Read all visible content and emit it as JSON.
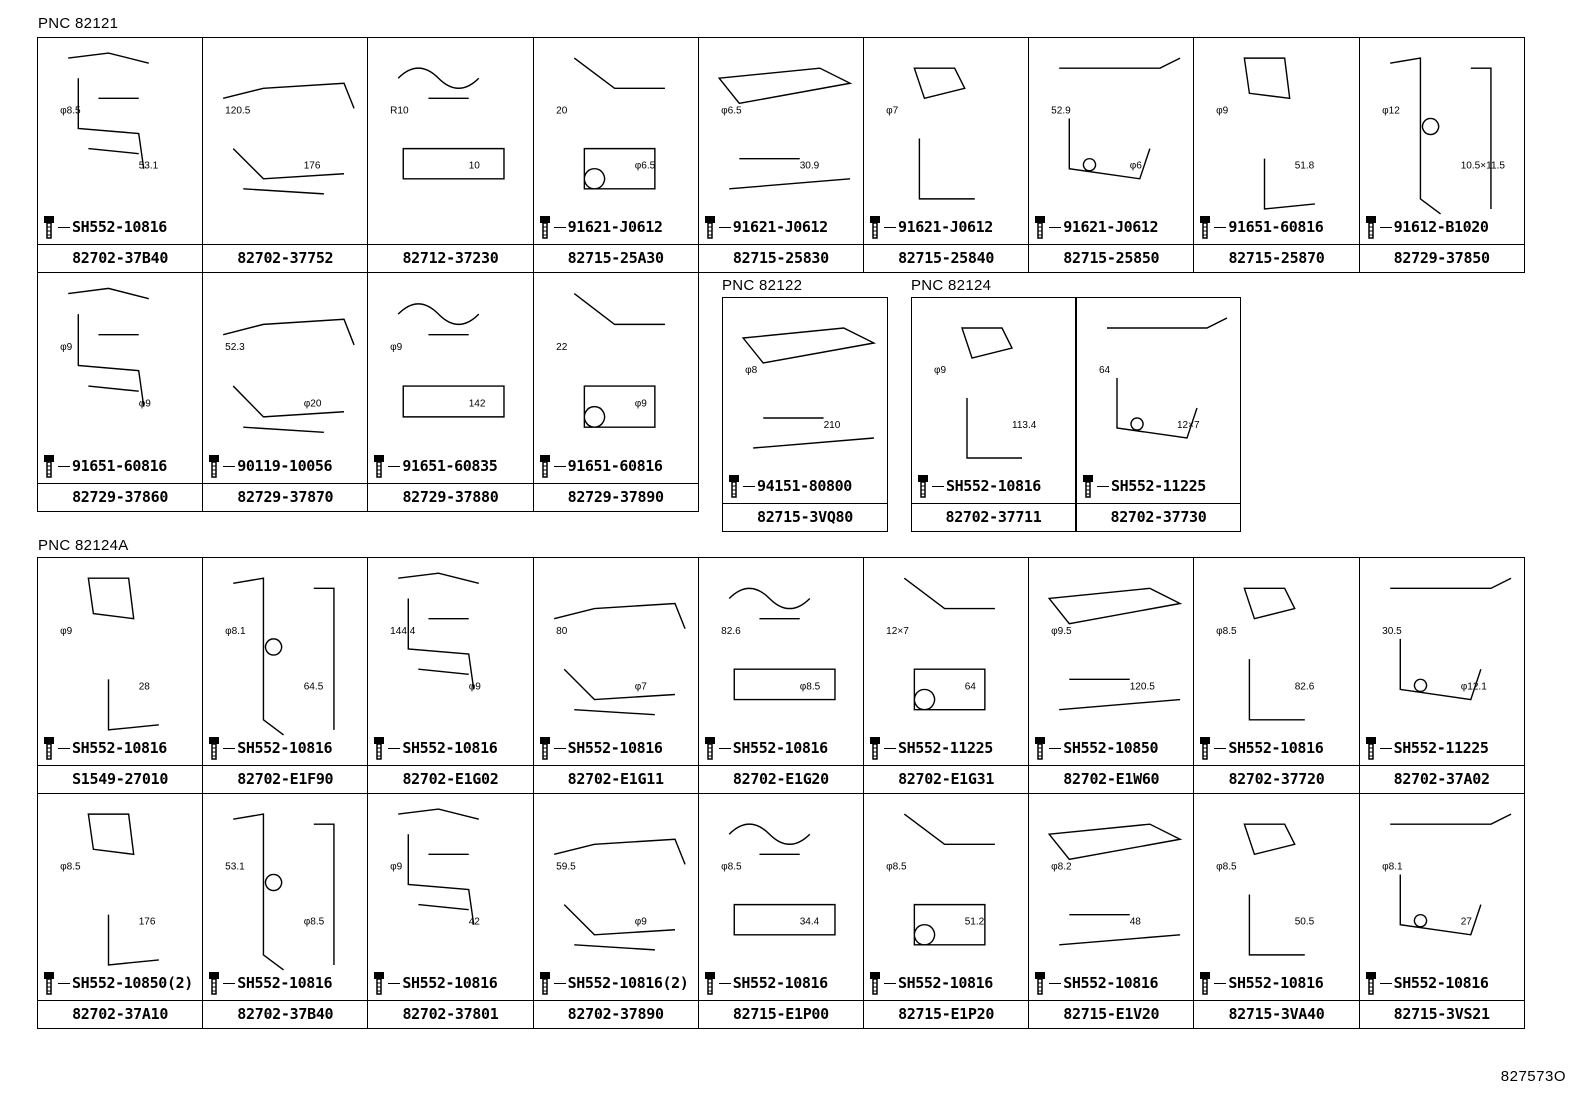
{
  "sections": {
    "pnc_82121": "PNC 82121",
    "pnc_82122": "PNC 82122",
    "pnc_82124": "PNC 82124",
    "pnc_82124a": "PNC 82124A"
  },
  "row1": [
    {
      "part": "82702-37B40",
      "bolt": "SH552-10816",
      "dims": [
        "φ8.5",
        "53.1"
      ]
    },
    {
      "part": "82702-37752",
      "bolt": "",
      "dims": [
        "120.5",
        "176"
      ]
    },
    {
      "part": "82712-37230",
      "bolt": "",
      "dims": [
        "R10",
        "10"
      ]
    },
    {
      "part": "82715-25A30",
      "bolt": "91621-J0612",
      "dims": [
        "20",
        "φ6.5"
      ]
    },
    {
      "part": "82715-25830",
      "bolt": "91621-J0612",
      "dims": [
        "φ6.5",
        "30.9"
      ]
    },
    {
      "part": "82715-25840",
      "bolt": "91621-J0612",
      "dims": [
        "φ7"
      ]
    },
    {
      "part": "82715-25850",
      "bolt": "91621-J0612",
      "dims": [
        "52.9",
        "φ6"
      ]
    },
    {
      "part": "82715-25870",
      "bolt": "91651-60816",
      "dims": [
        "φ9",
        "51.8"
      ]
    },
    {
      "part": "82729-37850",
      "bolt": "91612-B1020",
      "dims": [
        "φ12",
        "10.5×11.5"
      ]
    }
  ],
  "row2": [
    {
      "part": "82729-37860",
      "bolt": "91651-60816",
      "dims": [
        "φ9",
        "φ9"
      ]
    },
    {
      "part": "82729-37870",
      "bolt": "90119-10056",
      "dims": [
        "52.3",
        "φ20"
      ]
    },
    {
      "part": "82729-37880",
      "bolt": "91651-60835",
      "dims": [
        "φ9",
        "142"
      ]
    },
    {
      "part": "82729-37890",
      "bolt": "91651-60816",
      "dims": [
        "22",
        "φ9"
      ]
    }
  ],
  "pnc82122_cells": [
    {
      "part": "82715-3VQ80",
      "bolt": "94151-80800",
      "dims": [
        "φ8",
        "210"
      ]
    }
  ],
  "pnc82124_cells": [
    {
      "part": "82702-37711",
      "bolt": "SH552-10816",
      "dims": [
        "φ9",
        "113.4"
      ]
    },
    {
      "part": "82702-37730",
      "bolt": "SH552-11225",
      "dims": [
        "64",
        "12×7"
      ]
    }
  ],
  "row3": [
    {
      "part": "S1549-27010",
      "bolt": "SH552-10816",
      "dims": [
        "φ9",
        "28"
      ]
    },
    {
      "part": "82702-E1F90",
      "bolt": "SH552-10816",
      "dims": [
        "φ8.1",
        "64.5"
      ]
    },
    {
      "part": "82702-E1G02",
      "bolt": "SH552-10816",
      "dims": [
        "144.4",
        "φ9"
      ]
    },
    {
      "part": "82702-E1G11",
      "bolt": "SH552-10816",
      "dims": [
        "80",
        "φ7"
      ]
    },
    {
      "part": "82702-E1G20",
      "bolt": "SH552-10816",
      "dims": [
        "82.6",
        "φ8.5"
      ]
    },
    {
      "part": "82702-E1G31",
      "bolt": "SH552-11225",
      "dims": [
        "12×7",
        "64"
      ]
    },
    {
      "part": "82702-E1W60",
      "bolt": "SH552-10850",
      "dims": [
        "φ9.5",
        "120.5"
      ]
    },
    {
      "part": "82702-37720",
      "bolt": "SH552-10816",
      "dims": [
        "φ8.5",
        "82.6"
      ]
    },
    {
      "part": "82702-37A02",
      "bolt": "SH552-11225",
      "dims": [
        "30.5",
        "φ12.1"
      ]
    }
  ],
  "row4": [
    {
      "part": "82702-37A10",
      "bolt": "SH552-10850(2)",
      "dims": [
        "φ8.5",
        "176"
      ]
    },
    {
      "part": "82702-37B40",
      "bolt": "SH552-10816",
      "dims": [
        "53.1",
        "φ8.5"
      ]
    },
    {
      "part": "82702-37801",
      "bolt": "SH552-10816",
      "dims": [
        "φ9",
        "42"
      ]
    },
    {
      "part": "82702-37890",
      "bolt": "SH552-10816(2)",
      "dims": [
        "59.5",
        "φ9"
      ]
    },
    {
      "part": "82715-E1P00",
      "bolt": "SH552-10816",
      "dims": [
        "φ8.5",
        "34.4"
      ]
    },
    {
      "part": "82715-E1P20",
      "bolt": "SH552-10816",
      "dims": [
        "φ8.5",
        "51.2"
      ]
    },
    {
      "part": "82715-E1V20",
      "bolt": "SH552-10816",
      "dims": [
        "φ8.2",
        "48"
      ]
    },
    {
      "part": "82715-3VA40",
      "bolt": "SH552-10816",
      "dims": [
        "φ8.5",
        "50.5"
      ]
    },
    {
      "part": "82715-3VS21",
      "bolt": "SH552-10816",
      "dims": [
        "φ8.1",
        "27"
      ]
    }
  ],
  "figure_ref": "827573O"
}
